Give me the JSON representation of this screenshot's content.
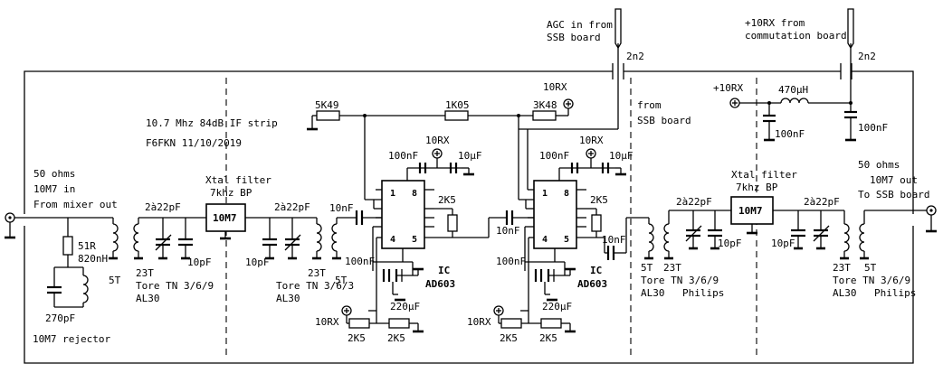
{
  "annotations": {
    "title": "10.7 Mhz 84dB IF strip",
    "author": "F6FKN 11/10/2019",
    "input_title": [
      "50 ohms",
      "10M7 in",
      "From mixer out"
    ],
    "output_title": [
      "50 ohms",
      "10M7 out",
      "To SSB board"
    ],
    "agc_title": [
      "AGC in from",
      "SSB board"
    ],
    "rx_title": [
      "+10RX from",
      "commutation board"
    ],
    "from_ssb": [
      "from",
      "SSB board"
    ],
    "rejector": "10M7 rejector",
    "ic_label": [
      "IC",
      "AD603"
    ]
  },
  "components": {
    "r51": "51R",
    "l820": "820nH",
    "c270": "270pF",
    "c2a22": "2à22pF",
    "c10": "10pF",
    "turns5": "5T",
    "turns23": "23T",
    "tore369": "Tore TN 3/6/9",
    "tore363": "Tore TN 3/6/3",
    "al30": "AL30",
    "philips": "Philips",
    "xtal_chip": "10M7",
    "xtal_label": [
      "Xtal filter",
      "7khz BP"
    ],
    "c10nF": "10nF",
    "c100nF": "100nF",
    "c10uF": "10µF",
    "c220uF": "220µF",
    "r2k5": "2K5",
    "r5k49": "5K49",
    "r1k05": "1K05",
    "r3k48": "3K48",
    "l470": "470µH",
    "c2n2": "2n2",
    "rail10rx": "10RX",
    "plus10rx": "+10RX",
    "pins": [
      "1",
      "8",
      "4",
      "5"
    ]
  }
}
